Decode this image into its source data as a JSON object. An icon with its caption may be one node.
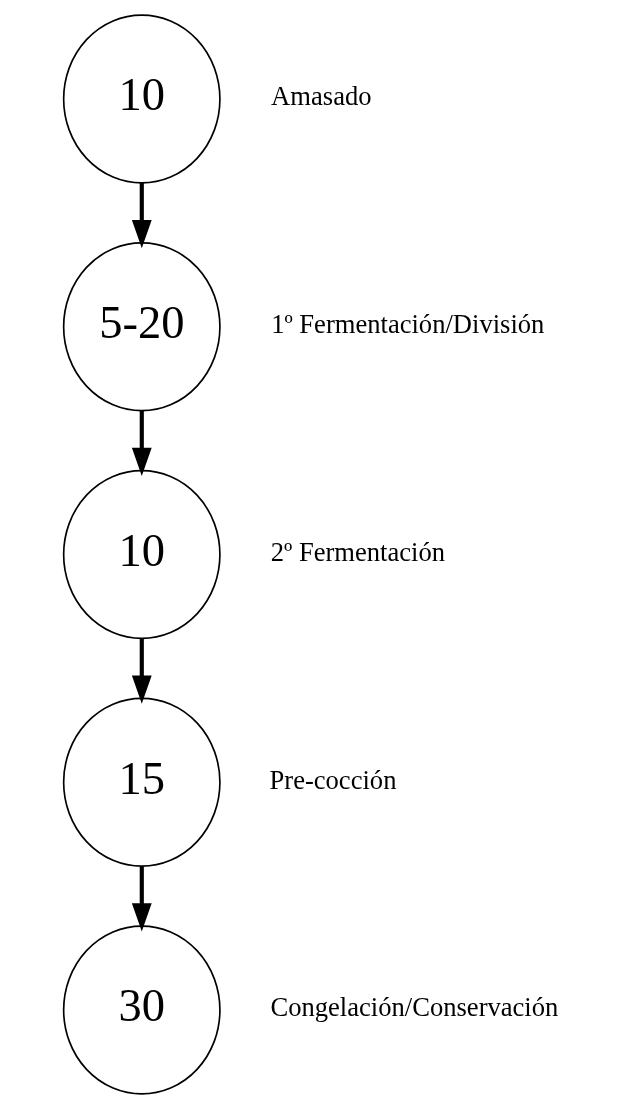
{
  "diagram": {
    "nodes": [
      {
        "text": [
          "10"
        ],
        "beside": [
          "Amasado"
        ]
      },
      {
        "text": [
          "5-20"
        ],
        "beside": [
          "1º Fermentación/División"
        ]
      },
      {
        "text": [
          "10"
        ],
        "beside": [
          "2º Fermentación"
        ]
      },
      {
        "text": [
          "15"
        ],
        "beside": [
          "Pre-cocción"
        ]
      },
      {
        "text": [
          "30"
        ],
        "beside": [
          "Congelación/Conservación"
        ]
      }
    ],
    "edges": [
      {
        "from": 0,
        "to": 1,
        "arrow": "to"
      },
      {
        "from": 1,
        "to": 2,
        "arrow": "to"
      },
      {
        "from": 2,
        "to": 3,
        "arrow": "to"
      },
      {
        "from": 3,
        "to": 4,
        "arrow": "to"
      }
    ]
  }
}
